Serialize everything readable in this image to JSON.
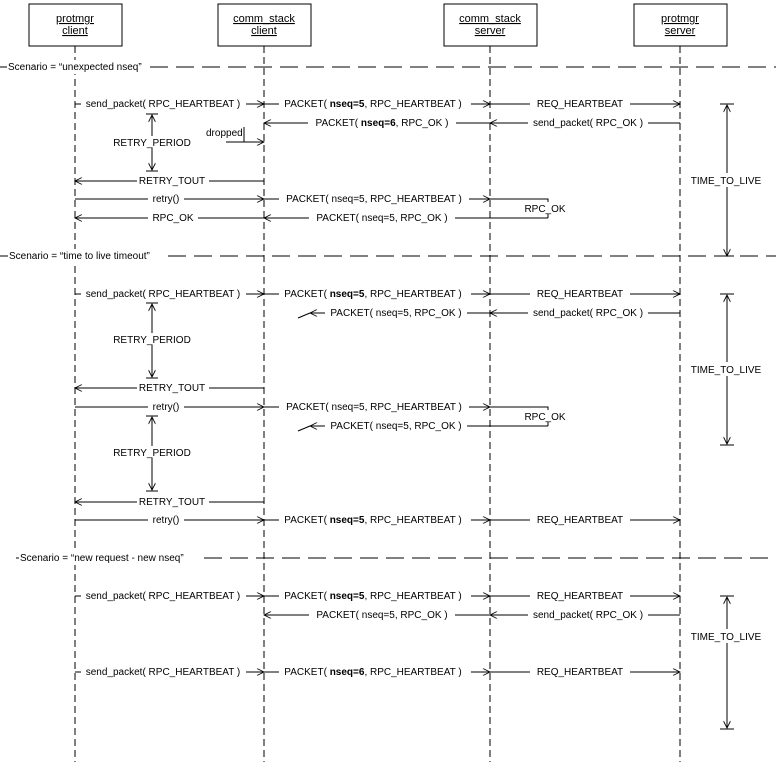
{
  "participants": [
    {
      "line1": "protmgr",
      "line2": "client"
    },
    {
      "line1": "comm_stack",
      "line2": "client"
    },
    {
      "line1": "comm_stack",
      "line2": "server"
    },
    {
      "line1": "protmgr",
      "line2": "server"
    }
  ],
  "scenarios": [
    "Scenario = “unexpected nseq”",
    "Scenario = “time to live timeout”",
    "Scenario = “new request - new nseq”"
  ],
  "labels": {
    "send_hb": "send_packet( RPC_HEARTBEAT )",
    "send_ok": "send_packet( RPC_OK )",
    "req_hb": "REQ_HEARTBEAT",
    "pkt_open": "PACKET(",
    "pkt_hb_tail": ", RPC_HEARTBEAT )",
    "pkt_ok_tail": ", RPC_OK )",
    "nseq5": "nseq=5",
    "nseq6": "nseq=6",
    "pkt_hb_plain": "PACKET( nseq=5, RPC_HEARTBEAT )",
    "pkt_ok_plain": "PACKET( nseq=5, RPC_OK )",
    "pkt_ok_plain_sp": "PACKET( nseq=5, RPC_OK )",
    "dropped": "dropped",
    "retry_period": "RETRY_PERIOD",
    "retry_tout": "RETRY_TOUT",
    "retry": "retry()",
    "rpc_ok": "RPC_OK",
    "ttl": "TIME_TO_LIVE"
  }
}
